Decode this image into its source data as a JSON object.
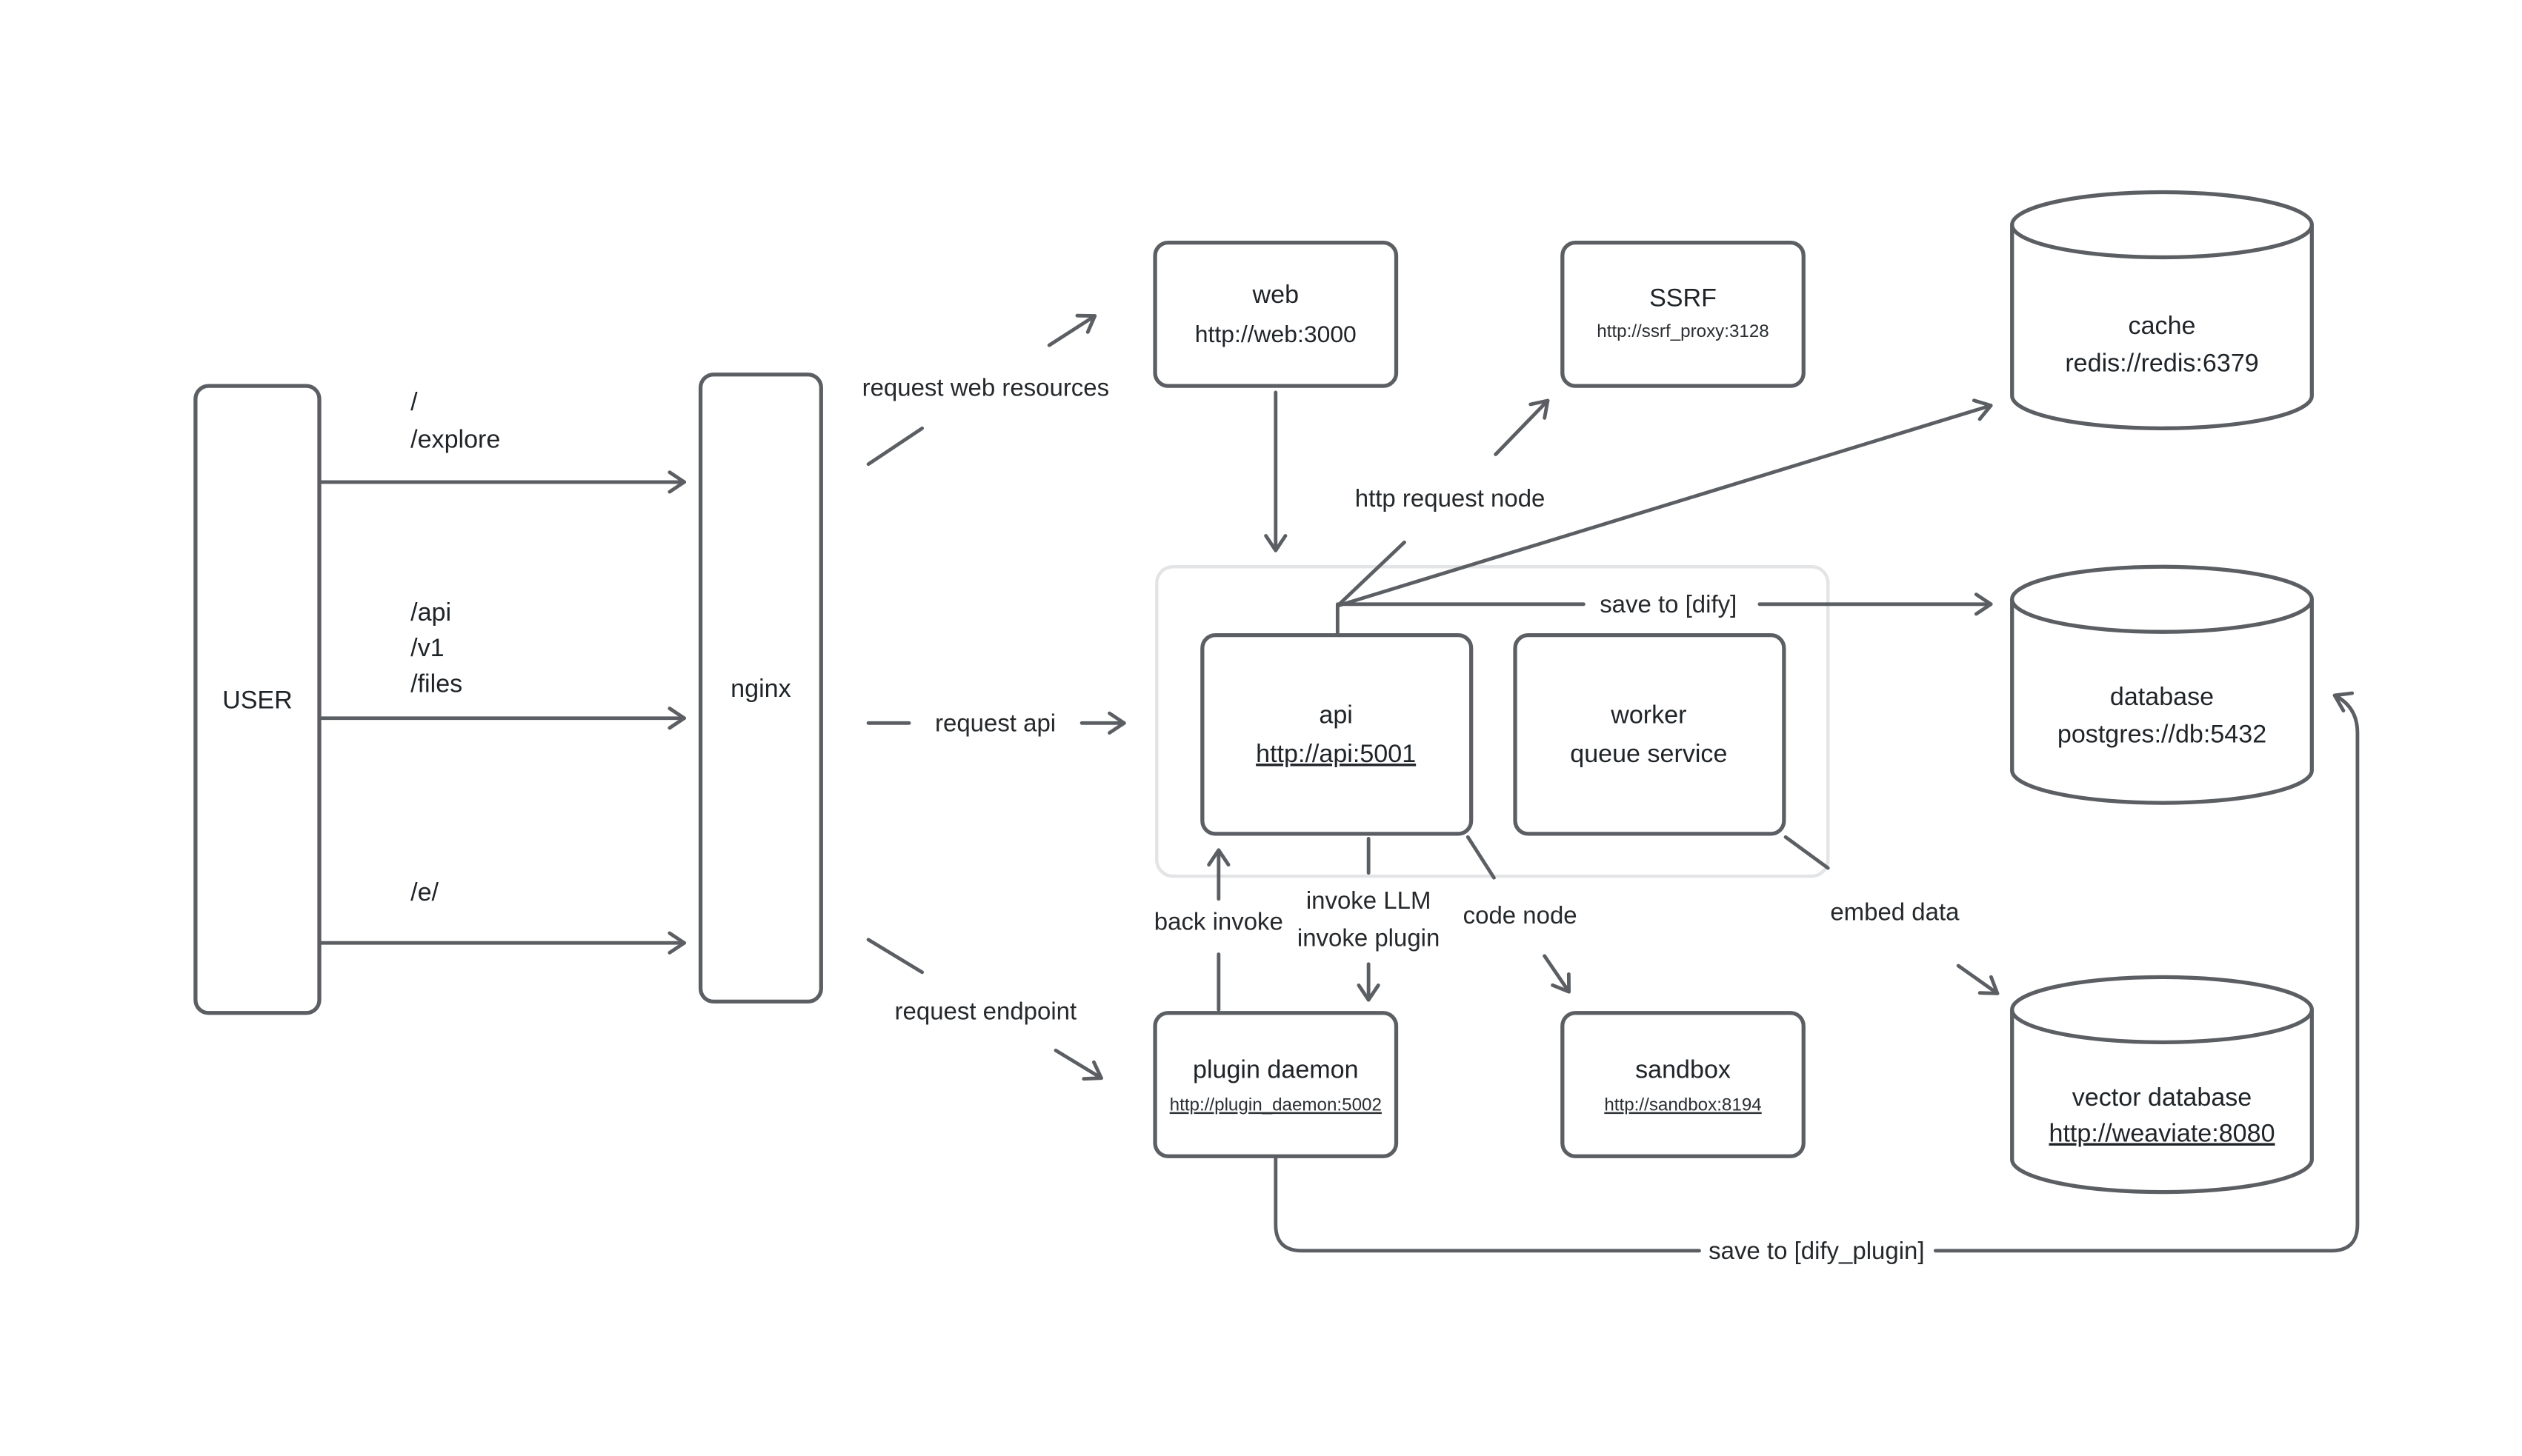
{
  "colors": {
    "stroke": "#5b5f63",
    "text": "#1f2428",
    "group_border": "#e3e4e6",
    "node_fill": "#ffffff",
    "background": "#ffffff"
  },
  "nodes": {
    "user": {
      "label": "USER"
    },
    "nginx": {
      "label": "nginx"
    },
    "web": {
      "label": "web",
      "url": "http://web:3000"
    },
    "ssrf": {
      "label": "SSRF",
      "url": "http://ssrf_proxy:3128"
    },
    "cache": {
      "label": "cache",
      "url": "redis://redis:6379"
    },
    "database": {
      "label": "database",
      "url": "postgres://db:5432"
    },
    "vector_database": {
      "label": "vector database",
      "url": "http://weaviate:8080"
    },
    "api": {
      "label": "api",
      "url": "http://api:5001"
    },
    "worker": {
      "label": "worker",
      "sublabel": "queue service"
    },
    "plugin_daemon": {
      "label": "plugin daemon",
      "url": "http://plugin_daemon:5002"
    },
    "sandbox": {
      "label": "sandbox",
      "url": "http://sandbox:8194"
    }
  },
  "edges": {
    "user_nginx_root": {
      "lines": [
        "/",
        "/explore"
      ]
    },
    "user_nginx_api": {
      "lines": [
        "/api",
        "/v1",
        "/files"
      ]
    },
    "user_nginx_e": {
      "lines": [
        "/e/"
      ]
    },
    "nginx_web": {
      "label": "request web resources"
    },
    "nginx_api": {
      "label": "request api"
    },
    "nginx_plugin": {
      "label": "request endpoint"
    },
    "api_ssrf": {
      "label": "http request node"
    },
    "api_database": {
      "label": "save to [dify]"
    },
    "plugin_api": {
      "label": "back invoke"
    },
    "api_plugin": {
      "lines": [
        "invoke LLM",
        "invoke plugin"
      ]
    },
    "api_sandbox": {
      "label": "code node"
    },
    "worker_vector": {
      "label": "embed data"
    },
    "plugin_database": {
      "label": "save to [dify_plugin]"
    }
  }
}
